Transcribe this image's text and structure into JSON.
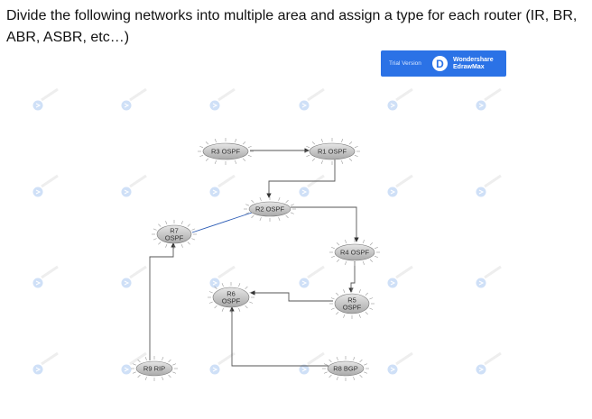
{
  "question": "Divide the following networks into multiple area and assign a type for each router (IR, BR, ABR, ASBR, etc…)",
  "watermark_badge": {
    "trial_label": "Trial Version",
    "brand_line1": "Wondershare",
    "brand_line2": "EdrawMax",
    "logo_glyph": "D"
  },
  "colors": {
    "badge": "#2b72e6",
    "router_fill": "#c7c7c7",
    "link": "#555555",
    "blue_link": "#2a5bb5"
  },
  "routers": {
    "r3": [
      "R3 OSPF"
    ],
    "r1": [
      "R1 OSPF"
    ],
    "r2": [
      "R2 OSPF"
    ],
    "r7": [
      "R7",
      "OSPF"
    ],
    "r4": [
      "R4 OSPF"
    ],
    "r6": [
      "R6",
      "OSPF"
    ],
    "r5": [
      "R5",
      "OSPF"
    ],
    "r9": [
      "R9 RIP"
    ],
    "r8": [
      "R8 BGP"
    ]
  }
}
